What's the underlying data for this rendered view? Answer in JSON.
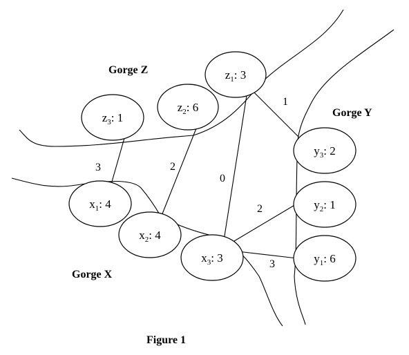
{
  "figure": {
    "caption": "Figure 1"
  },
  "regions": [
    {
      "id": "gorge-z",
      "label": "Gorge Z"
    },
    {
      "id": "gorge-y",
      "label": "Gorge Y"
    },
    {
      "id": "gorge-x",
      "label": "Gorge X"
    }
  ],
  "nodes": [
    {
      "id": "z1",
      "name": "z",
      "sub": "1",
      "value": "3"
    },
    {
      "id": "z2",
      "name": "z",
      "sub": "2",
      "value": "6"
    },
    {
      "id": "z3",
      "name": "z",
      "sub": "3",
      "value": "1"
    },
    {
      "id": "y3",
      "name": "y",
      "sub": "3",
      "value": "2"
    },
    {
      "id": "y2",
      "name": "y",
      "sub": "2",
      "value": "1"
    },
    {
      "id": "y1",
      "name": "y",
      "sub": "1",
      "value": "6"
    },
    {
      "id": "x1",
      "name": "x",
      "sub": "1",
      "value": "4"
    },
    {
      "id": "x2",
      "name": "x",
      "sub": "2",
      "value": "4"
    },
    {
      "id": "x3",
      "name": "x",
      "sub": "3",
      "value": "3"
    }
  ],
  "edges": [
    {
      "id": "z1-y3",
      "from": "z1",
      "to": "y3",
      "weight": "1"
    },
    {
      "id": "z1-x3",
      "from": "z1",
      "to": "x3",
      "weight": "0"
    },
    {
      "id": "z3-x1",
      "from": "z3",
      "to": "x1",
      "weight": "3"
    },
    {
      "id": "z2-x2",
      "from": "z2",
      "to": "x2",
      "weight": "2"
    },
    {
      "id": "x3-y2",
      "from": "x3",
      "to": "y2",
      "weight": "2"
    },
    {
      "id": "x3-y1",
      "from": "x3",
      "to": "y1",
      "weight": "3"
    }
  ]
}
